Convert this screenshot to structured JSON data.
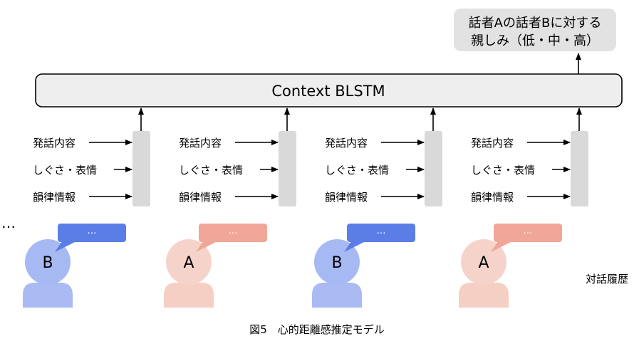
{
  "output": {
    "line1": "話者Aの話者Bに対する",
    "line2": "親しみ（低・中・高）"
  },
  "context_model": {
    "label": "Context BLSTM"
  },
  "feature_labels": [
    "発話内容",
    "しぐさ・表情",
    "韻律情報"
  ],
  "ellipsis": "…",
  "speakers": [
    {
      "letter": "B",
      "bubble_text": "…",
      "theme": "blue"
    },
    {
      "letter": "A",
      "bubble_text": "…",
      "theme": "pink"
    },
    {
      "letter": "B",
      "bubble_text": "…",
      "theme": "blue"
    },
    {
      "letter": "A",
      "bubble_text": "…",
      "theme": "pink"
    }
  ],
  "history_label": "対話履歴",
  "caption": "図5　心的距離感推定モデル",
  "colors": {
    "blue_head": "#a7b9f2",
    "blue_body": "#aabaf3",
    "blue_bubble": "#5b7ee6",
    "pink_head": "#f6d3ca",
    "pink_body": "#f5cfc4",
    "pink_bubble": "#f0a698",
    "box_fill": "#eeeeee",
    "output_fill": "#e2e2e2",
    "encoder_fill": "#d9d9d9"
  }
}
